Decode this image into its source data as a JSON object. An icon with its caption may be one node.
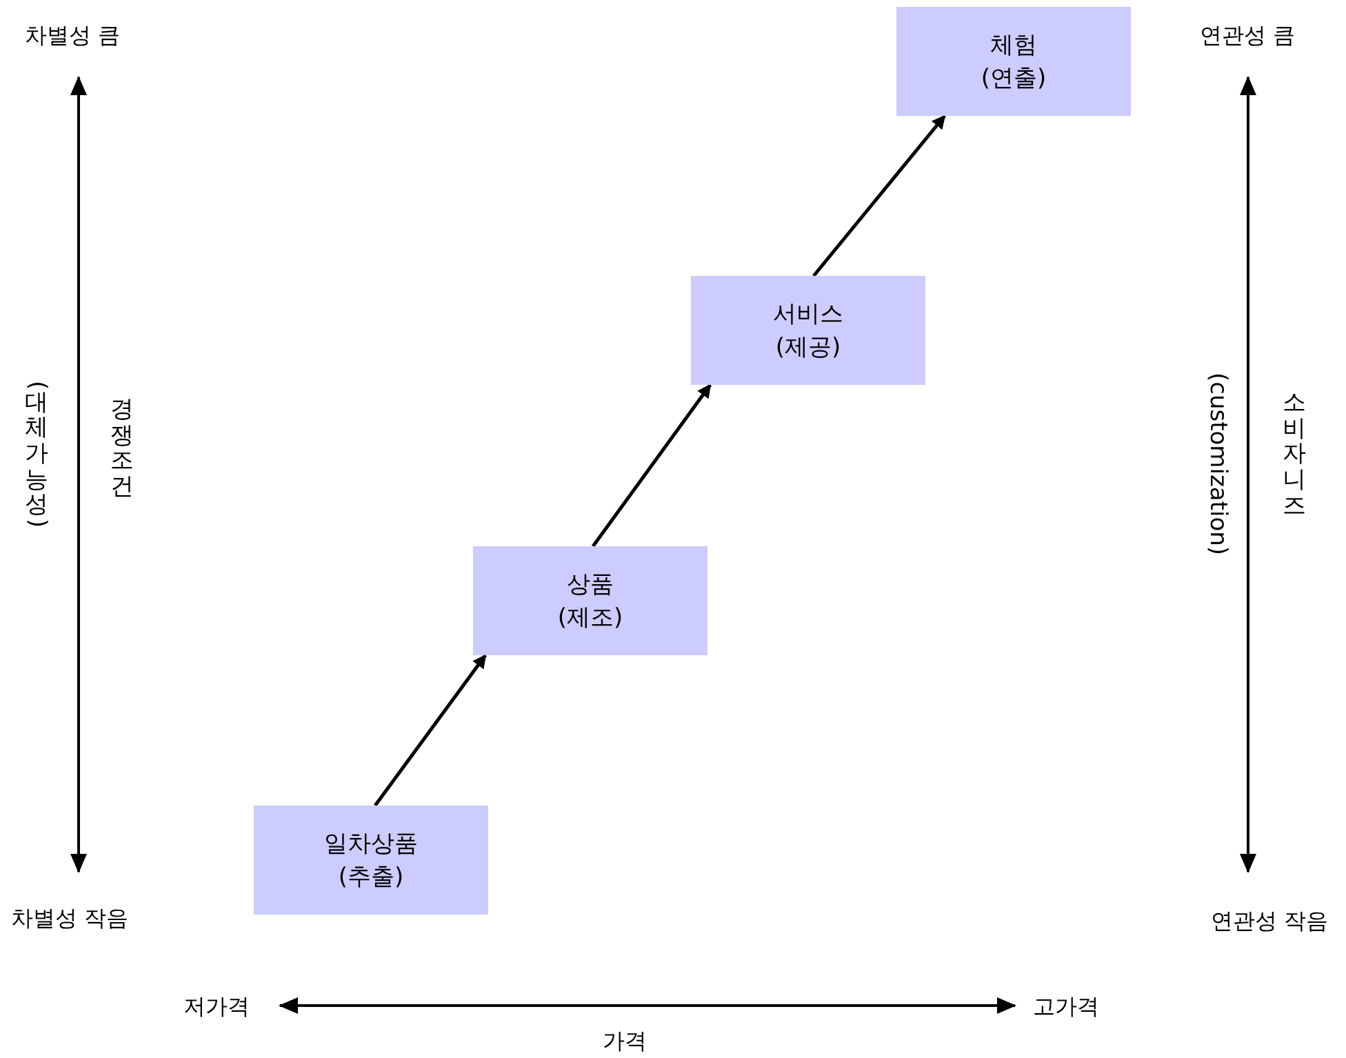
{
  "diagram": {
    "nodes": [
      {
        "text": [
          "일차상품",
          "(추출)"
        ]
      },
      {
        "text": [
          "상품",
          "(제조)"
        ]
      },
      {
        "text": [
          "서비스",
          "(제공)"
        ]
      },
      {
        "text": [
          "체험",
          "(연출)"
        ]
      }
    ],
    "edges": [
      {
        "from": 0,
        "to": 1,
        "arrow": "to"
      },
      {
        "from": 1,
        "to": 2,
        "arrow": "to"
      },
      {
        "from": 2,
        "to": 3,
        "arrow": "to"
      }
    ],
    "labels": [
      "차별성 큼",
      "연관성 큼",
      "(대체가능성)",
      "경쟁조건",
      "(customization)",
      "소비자니즈",
      "차별성 작음",
      "연관성 작음",
      "저가격",
      "고가격",
      "가격"
    ]
  }
}
